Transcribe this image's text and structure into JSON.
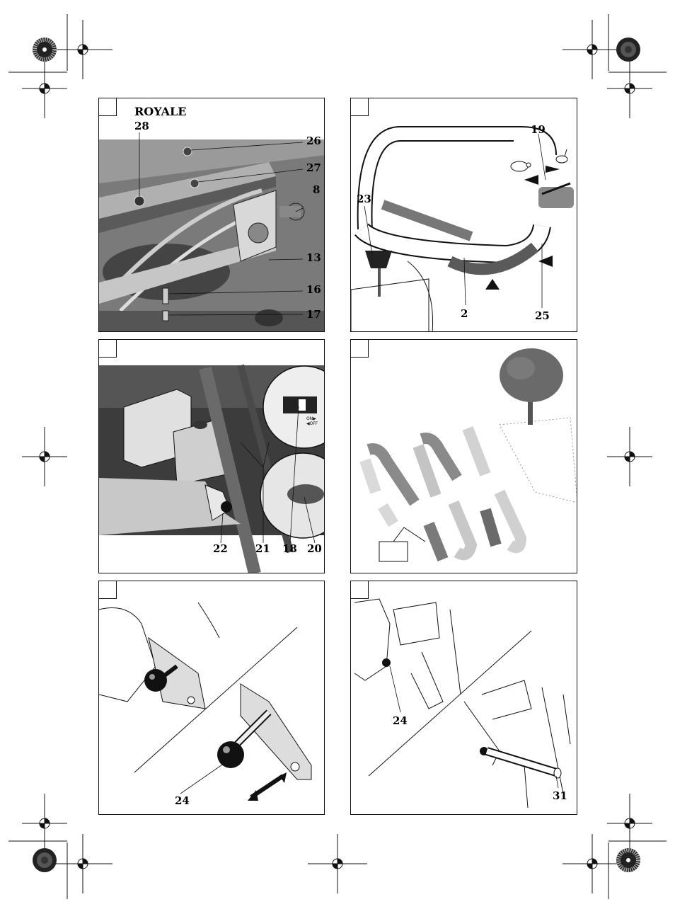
{
  "panel1": {
    "title": "ROYALE",
    "callouts": [
      "28",
      "26",
      "27",
      "8",
      "13",
      "16",
      "17"
    ]
  },
  "panel2": {
    "callouts": [
      "19",
      "23",
      "2",
      "25"
    ]
  },
  "panel3": {
    "callouts": [
      "22",
      "21",
      "18",
      "20"
    ],
    "switch_on": "ON▶",
    "switch_off": "◀OFF"
  },
  "panel4": {
    "callouts": []
  },
  "panel5": {
    "callouts": [
      "24"
    ]
  },
  "panel6": {
    "callouts": [
      "24",
      "31"
    ]
  },
  "colors": {
    "ink": "#111111",
    "metal_dark": "#5a5a5a",
    "metal_mid": "#8c8c8c",
    "metal_light": "#c4c4c4",
    "tree": "#6a6a6a"
  },
  "icons": [
    "registration-mark",
    "color-calibration-wheel",
    "tortoise-icon",
    "hare-icon",
    "arrow-icon"
  ]
}
